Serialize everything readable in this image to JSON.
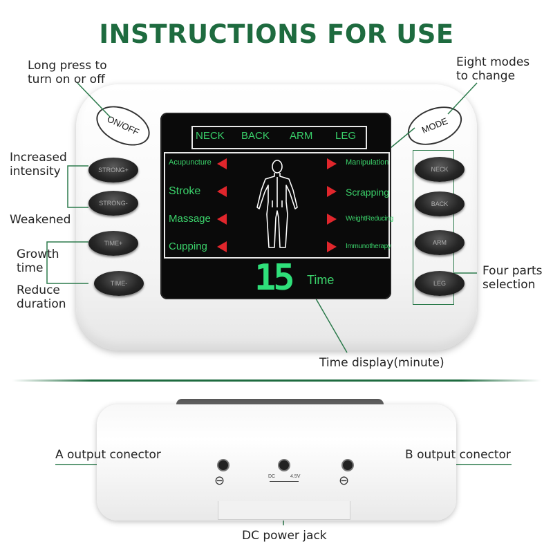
{
  "title": "INSTRUCTIONS FOR USE",
  "callouts": {
    "on_off": "Long press to\nturn on or off",
    "mode": "Eight modes\nto change",
    "increased": "Increased\nintensity",
    "weakened": "Weakened",
    "growth": "Growth\ntime",
    "reduce": "Reduce\nduration",
    "four_parts": "Four parts\nselection",
    "time_display": "Time display(minute)",
    "a_output": "A output conector",
    "b_output": "B output conector",
    "dc_jack": "DC power jack"
  },
  "device": {
    "on_off_label": "ON/OFF",
    "mode_label": "MODE",
    "left_buttons": [
      "STRONG+",
      "STRONG-",
      "TIME+",
      "TIME-"
    ],
    "right_buttons": [
      "NECK",
      "BACK",
      "ARM",
      "LEG"
    ],
    "screen_parts": [
      "NECK",
      "BACK",
      "ARM",
      "LEG"
    ],
    "modes_left": [
      "Acupuncture",
      "Stroke",
      "Massage",
      "Cupping"
    ],
    "modes_right": [
      "Manipulation",
      "Scrapping",
      "WeightReducing",
      "Immunotherapy"
    ],
    "timer_value": "15",
    "timer_label": "Time",
    "dc_label": "DC",
    "dc_voltage": "4.5V"
  },
  "colors": {
    "title_green": "#1e6b3f",
    "lcd_green": "#3bd36b",
    "arrow_red": "#e0262c"
  }
}
